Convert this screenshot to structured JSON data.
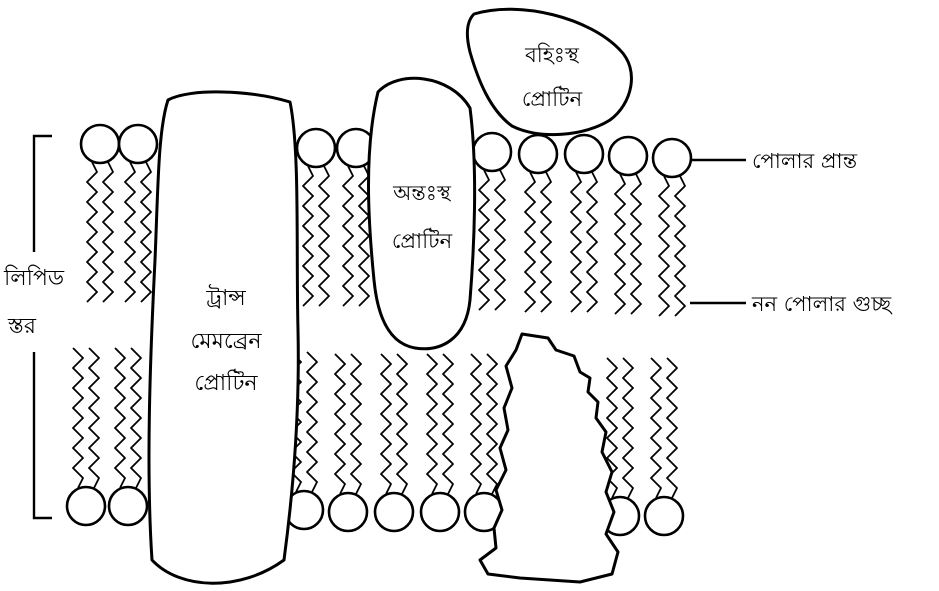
{
  "labels": {
    "lipid_layer_line1": "লিপিড",
    "lipid_layer_line2": "স্তর",
    "polar_end": "পোলার প্রান্ত",
    "nonpolar_group": "নন পোলার গুচ্ছ",
    "transmembrane_line1": "ট্রান্স",
    "transmembrane_line2": "মেমব্রেন",
    "transmembrane_line3": "প্রোটিন",
    "integral_line1": "অন্তঃস্থ",
    "integral_line2": "প্রোটিন",
    "peripheral_line1": "বহিঃস্থ",
    "peripheral_line2": "প্রোটিন"
  },
  "colors": {
    "ink": "#000000",
    "paper": "#ffffff"
  }
}
